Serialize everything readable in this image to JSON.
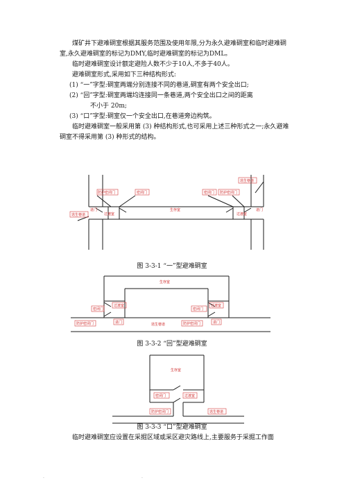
{
  "text": {
    "p1": "煤矿井下避难硐室根据其服务范围及使用年限,分为永久避难硐室和临时避难硐室,永久避难硐室的标记为DMY,临时避难硐室的标记为DML。",
    "p2": "临时避难硐室设计额定避险人数不少于10人,不多于40人。",
    "p3": "避难硐室形式,采用如下三种结构形式:",
    "i1": "(1)  “一”字型:硐室两端分别连接不同的巷道,硐室有两个安全出口;",
    "i2a": "(2)  “回”字型:硐室两端均连接同一条巷道,两个安全出口之间的距离",
    "i2b": "不小于 20m;",
    "i3": "(3)  “口”字型:硐室仅一个安全出口,在巷道旁边构筑。",
    "p4": "临时避难硐室一般采用第 (3) 种结构形式,也可采用上述三种形式之一;永久避难硐室不得采用第 (3) 种形式的结构。",
    "p5": "临时避难硐室应设置在采掘区域或采区避灾路线上,主要服务于采掘工作面"
  },
  "fig1": {
    "caption": "图 3-3-1  “一”型避难硐室",
    "labels": {
      "fangmi_left": "防护密闭门",
      "mibi_left": "密闭门",
      "mibi_right": "密闭门",
      "fangmi_right": "防护密闭门",
      "jinmen_left": "进门",
      "guodu_left": "过渡室",
      "shengcun": "生存室",
      "guodu_right": "过渡室",
      "jinmen_right": "进门",
      "tao_left": "逃生巷道",
      "tao_right": "逃生巷道"
    }
  },
  "fig2": {
    "caption": "图 3-3-2  “回”型避难硐室",
    "labels": {
      "shengcun": "生存室",
      "mibi_left": "密闭门",
      "guodu_left": "过渡室",
      "mibi_right": "密闭门",
      "guodu_right": "过渡室",
      "fangmi_left": "防护密闭门",
      "jinmen_left": "进门",
      "tao": "逃生巷道",
      "fangmi_right": "防护密闭门",
      "jinmen_right": "进门"
    }
  },
  "fig3": {
    "caption": "图 3-3-3  “口”型避难硐室",
    "labels": {
      "shengcun": "生存室",
      "mibi": "密闭门",
      "guodu": "过渡室",
      "fangmi": "防护密闭门",
      "tao": "逃生巷道"
    }
  },
  "footer": {
    "left": ".",
    "right": "."
  },
  "colors": {
    "label": "#d23b3b",
    "line": "#1a1a1a"
  }
}
